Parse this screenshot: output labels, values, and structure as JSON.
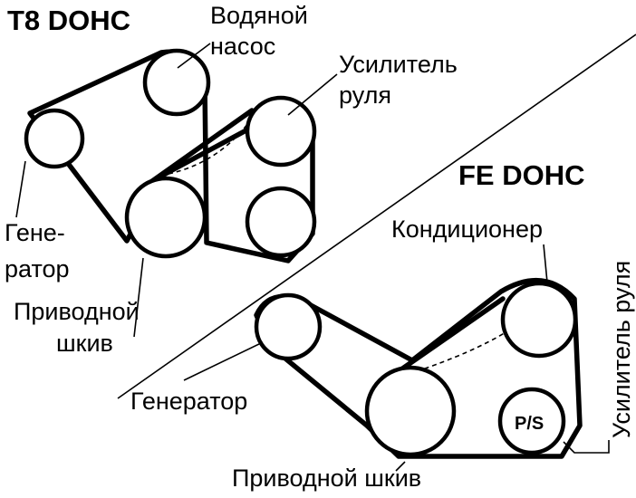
{
  "t8": {
    "title": "T8 DOHC",
    "water_pump": [
      "Водяной",
      "насос"
    ],
    "power_steering": [
      "Усилитель",
      "руля"
    ],
    "generator": [
      "Гене-",
      "ратор"
    ],
    "crank_pulley": [
      "Приводной",
      "шкив"
    ]
  },
  "fe": {
    "title": "FE DOHC",
    "air_conditioner": "Кондиционер",
    "power_steering": "Усилитель руля",
    "generator": "Генератор",
    "crank_pulley": "Приводной шкив",
    "ps_badge": "P/S"
  }
}
